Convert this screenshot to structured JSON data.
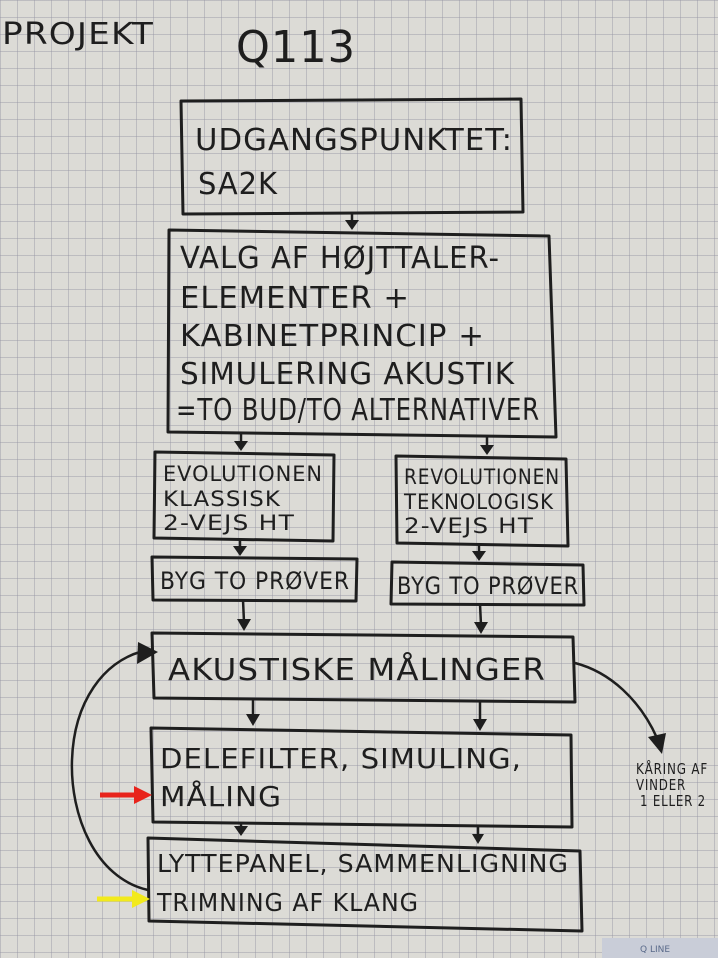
{
  "header": {
    "project_label": "PROJEKT",
    "project_code": "Q113"
  },
  "flow": {
    "start": {
      "lines": [
        "UDGANGSPUNKTET:",
        "SA2K"
      ]
    },
    "selection": {
      "lines": [
        "VALG AF HØJTTALER-",
        "ELEMENTER +",
        "KABINETPRINCIP +",
        "SIMULERING AKUSTIK",
        "=TO BUD/TO ALTERNATIVER"
      ]
    },
    "evolution": {
      "lines": [
        "EVOLUTIONEN",
        "KLASSISK",
        "2-VEJS HT"
      ]
    },
    "revolution": {
      "lines": [
        "REVOLUTIONEN",
        "TEKNOLOGISK",
        "2-VEJS HT"
      ]
    },
    "build_left": {
      "lines": [
        "BYG TO PRØVER"
      ]
    },
    "build_right": {
      "lines": [
        "BYG TO PRØVER"
      ]
    },
    "measure": {
      "lines": [
        "AKUSTISKE MÅLINGER"
      ]
    },
    "crossover": {
      "lines": [
        "DELEFILTER, SIMULING,",
        "MÅLING"
      ]
    },
    "listening": {
      "lines": [
        "LYTTEPANEL, SAMMENLIGNING",
        "TRIMNING AF KLANG"
      ]
    },
    "winner_note": {
      "lines": [
        "KÅRING AF",
        "VINDER",
        "1 ELLER 2"
      ]
    }
  },
  "markers": {
    "red_arrow_color": "#e8231b",
    "yellow_arrow_color": "#f2ea1c"
  },
  "watermark": "Q LINE"
}
